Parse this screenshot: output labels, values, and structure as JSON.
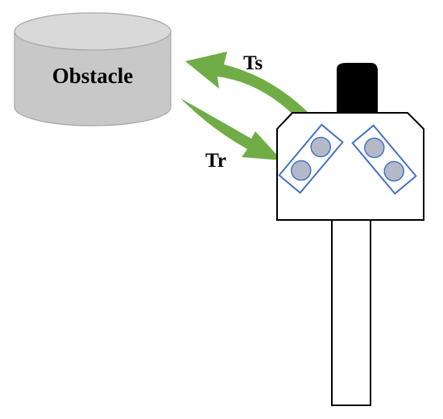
{
  "obstacle": {
    "label": "Obstacle"
  },
  "signals": {
    "transmit_label": "Ts",
    "receive_label": "Tr"
  },
  "colors": {
    "obstacle_fill": "#c8c8c8",
    "obstacle_top": "#d9d9d9",
    "obstacle_stroke": "#a6a6a6",
    "arrow": "#70ad47",
    "sensor_outline": "#4472c4",
    "transducer_fill": "#b4b9c8",
    "device_stroke": "#000000",
    "cap": "#000000"
  },
  "icons": {
    "obstacle": "cylinder-icon",
    "transmit": "curved-arrow-left-icon",
    "receive": "curved-arrow-right-icon"
  }
}
